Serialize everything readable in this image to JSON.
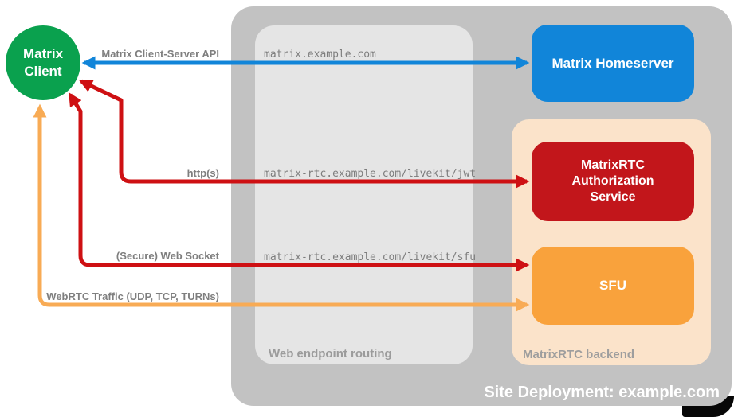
{
  "client": {
    "label": "Matrix Client"
  },
  "homeserver": {
    "label": "Matrix Homeserver"
  },
  "deployment": {
    "label": "Site Deployment: example.com"
  },
  "routing": {
    "label": "Web endpoint routing",
    "endpoints": [
      "matrix.example.com",
      "matrix-rtc.example.com/livekit/jwt",
      "matrix-rtc.example.com/livekit/sfu"
    ]
  },
  "backend": {
    "label": "MatrixRTC backend",
    "services": [
      {
        "label": "MatrixRTC Authorization Service"
      },
      {
        "label": "SFU"
      }
    ]
  },
  "connections": [
    {
      "label": "Matrix Client-Server API",
      "endpoint": "matrix.example.com",
      "from": "Matrix Client",
      "to": "Matrix Homeserver",
      "color": "#1185d9"
    },
    {
      "label": "http(s)",
      "endpoint": "matrix-rtc.example.com/livekit/jwt",
      "from": "Matrix Client",
      "to": "MatrixRTC Authorization Service",
      "color": "#ce1013"
    },
    {
      "label": "(Secure) Web Socket",
      "endpoint": "matrix-rtc.example.com/livekit/sfu",
      "from": "Matrix Client",
      "to": "SFU",
      "color": "#ce1013"
    },
    {
      "label": "WebRTC Traffic (UDP, TCP, TURNs)",
      "from": "Matrix Client",
      "to": "SFU",
      "color": "#f8ab55"
    }
  ],
  "colors": {
    "client_green": "#0aa14e",
    "homeserver_blue": "#1185d9",
    "auth_red": "#c2161b",
    "sfu_orange": "#f9a23c",
    "backend_peach": "#fbe3ca",
    "site_gray": "#c2c2c2",
    "routing_gray": "#e5e5e5",
    "label_gray": "#7f7f7f"
  }
}
